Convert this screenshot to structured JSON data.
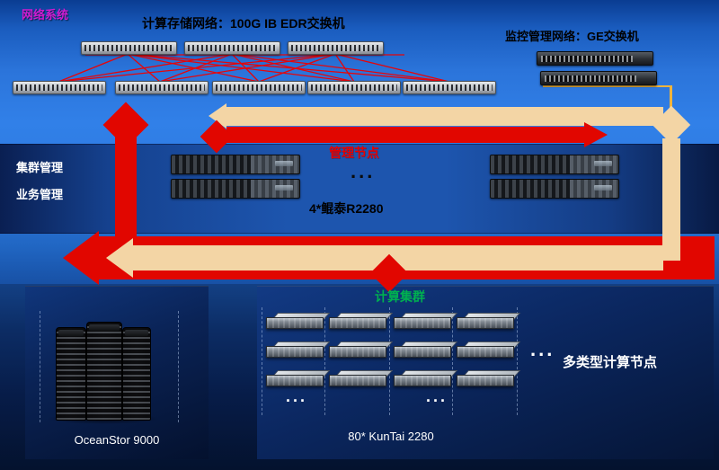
{
  "colors": {
    "flow_red": "#e10600",
    "flow_tan": "#f3d5a5",
    "accent_green": "#00b050",
    "accent_magenta": "#d01bd0",
    "connector_gold": "#f0b43c"
  },
  "header": {
    "system_label": "网络系统",
    "compute_network_label": "计算存储网络：100G IB EDR交换机",
    "monitor_network_label": "监控管理网络：GE交换机"
  },
  "management": {
    "left_label_1": "集群管理",
    "left_label_2": "业务管理",
    "title": "管理节点",
    "ellipsis": "...",
    "server_model": "4*鲲泰R2280"
  },
  "storage": {
    "label": "OceanStor 9000"
  },
  "compute": {
    "title": "计算集群",
    "col_ellipsis_1": "...",
    "col_ellipsis_2": "...",
    "model": "80* KunTai 2280",
    "side_ellipsis": "...",
    "side_label": "多类型计算节点"
  }
}
